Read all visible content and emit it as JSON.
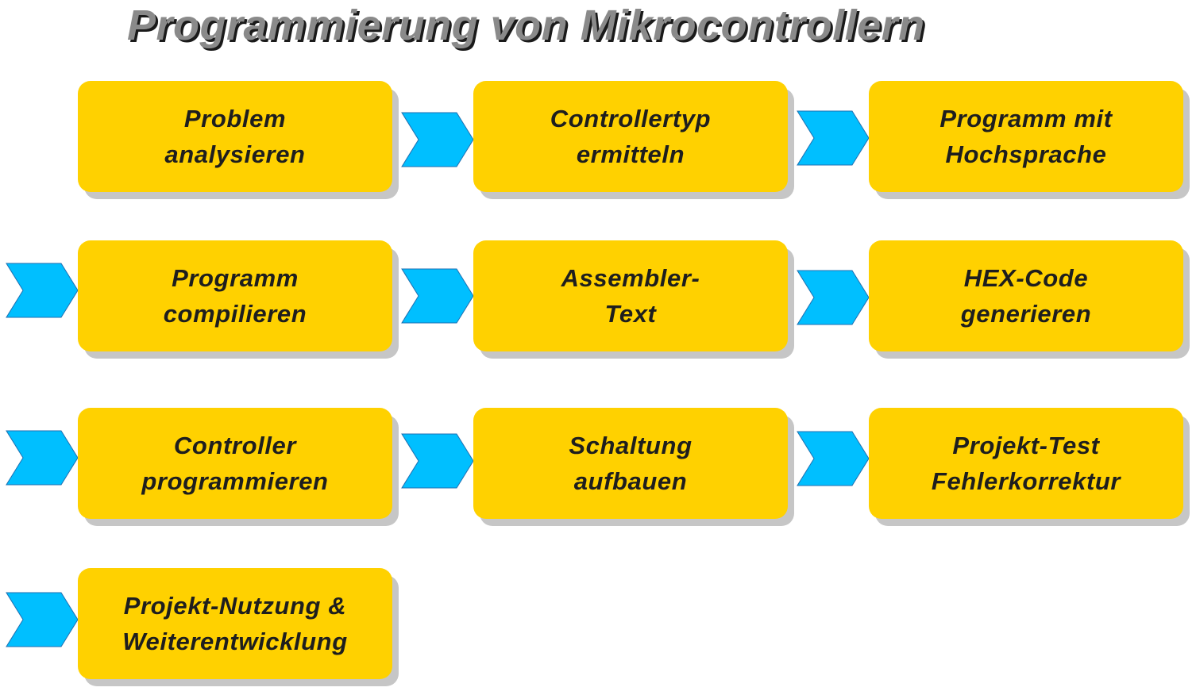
{
  "title": "Programmierung von Mikrocontrollern",
  "colors": {
    "box_fill": "#ffd100",
    "arrow_fill": "#00bfff",
    "arrow_stroke": "#1f6fb0",
    "box_shadow": "#c6c6c6"
  },
  "steps": [
    {
      "line1": "Problem",
      "line2": "analysieren"
    },
    {
      "line1": "Controllertyp",
      "line2": "ermitteln"
    },
    {
      "line1": "Programm mit",
      "line2": "Hochsprache"
    },
    {
      "line1": "Programm",
      "line2": "compilieren"
    },
    {
      "line1": "Assembler-",
      "line2": "Text"
    },
    {
      "line1": "HEX-Code",
      "line2": "generieren"
    },
    {
      "line1": "Controller",
      "line2": "programmieren"
    },
    {
      "line1": "Schaltung",
      "line2": "aufbauen"
    },
    {
      "line1": "Projekt-Test",
      "line2": "Fehlerkorrektur"
    },
    {
      "line1": "Projekt-Nutzung &",
      "line2": "Weiterentwicklung"
    }
  ]
}
